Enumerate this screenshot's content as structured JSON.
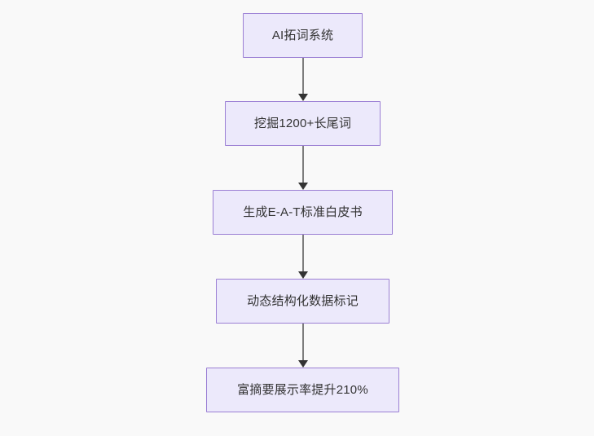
{
  "diagram": {
    "type": "flowchart",
    "orientation": "top-to-bottom",
    "background_color": "#f9f9f9",
    "node_fill_color": "#ece9fb",
    "node_border_color": "#9b7fd4",
    "node_text_color": "#333333",
    "edge_color": "#7d7d7d",
    "arrowhead_color": "#333333",
    "nodes": [
      {
        "id": "n1",
        "label": "AI拓词系统"
      },
      {
        "id": "n2",
        "label": "挖掘1200+长尾词"
      },
      {
        "id": "n3",
        "label": "生成E-A-T标准白皮书"
      },
      {
        "id": "n4",
        "label": "动态结构化数据标记"
      },
      {
        "id": "n5",
        "label": "富摘要展示率提升210%"
      }
    ],
    "edges": [
      {
        "from": "n1",
        "to": "n2",
        "label": ""
      },
      {
        "from": "n2",
        "to": "n3",
        "label": ""
      },
      {
        "from": "n3",
        "to": "n4",
        "label": ""
      },
      {
        "from": "n4",
        "to": "n5",
        "label": ""
      }
    ]
  }
}
